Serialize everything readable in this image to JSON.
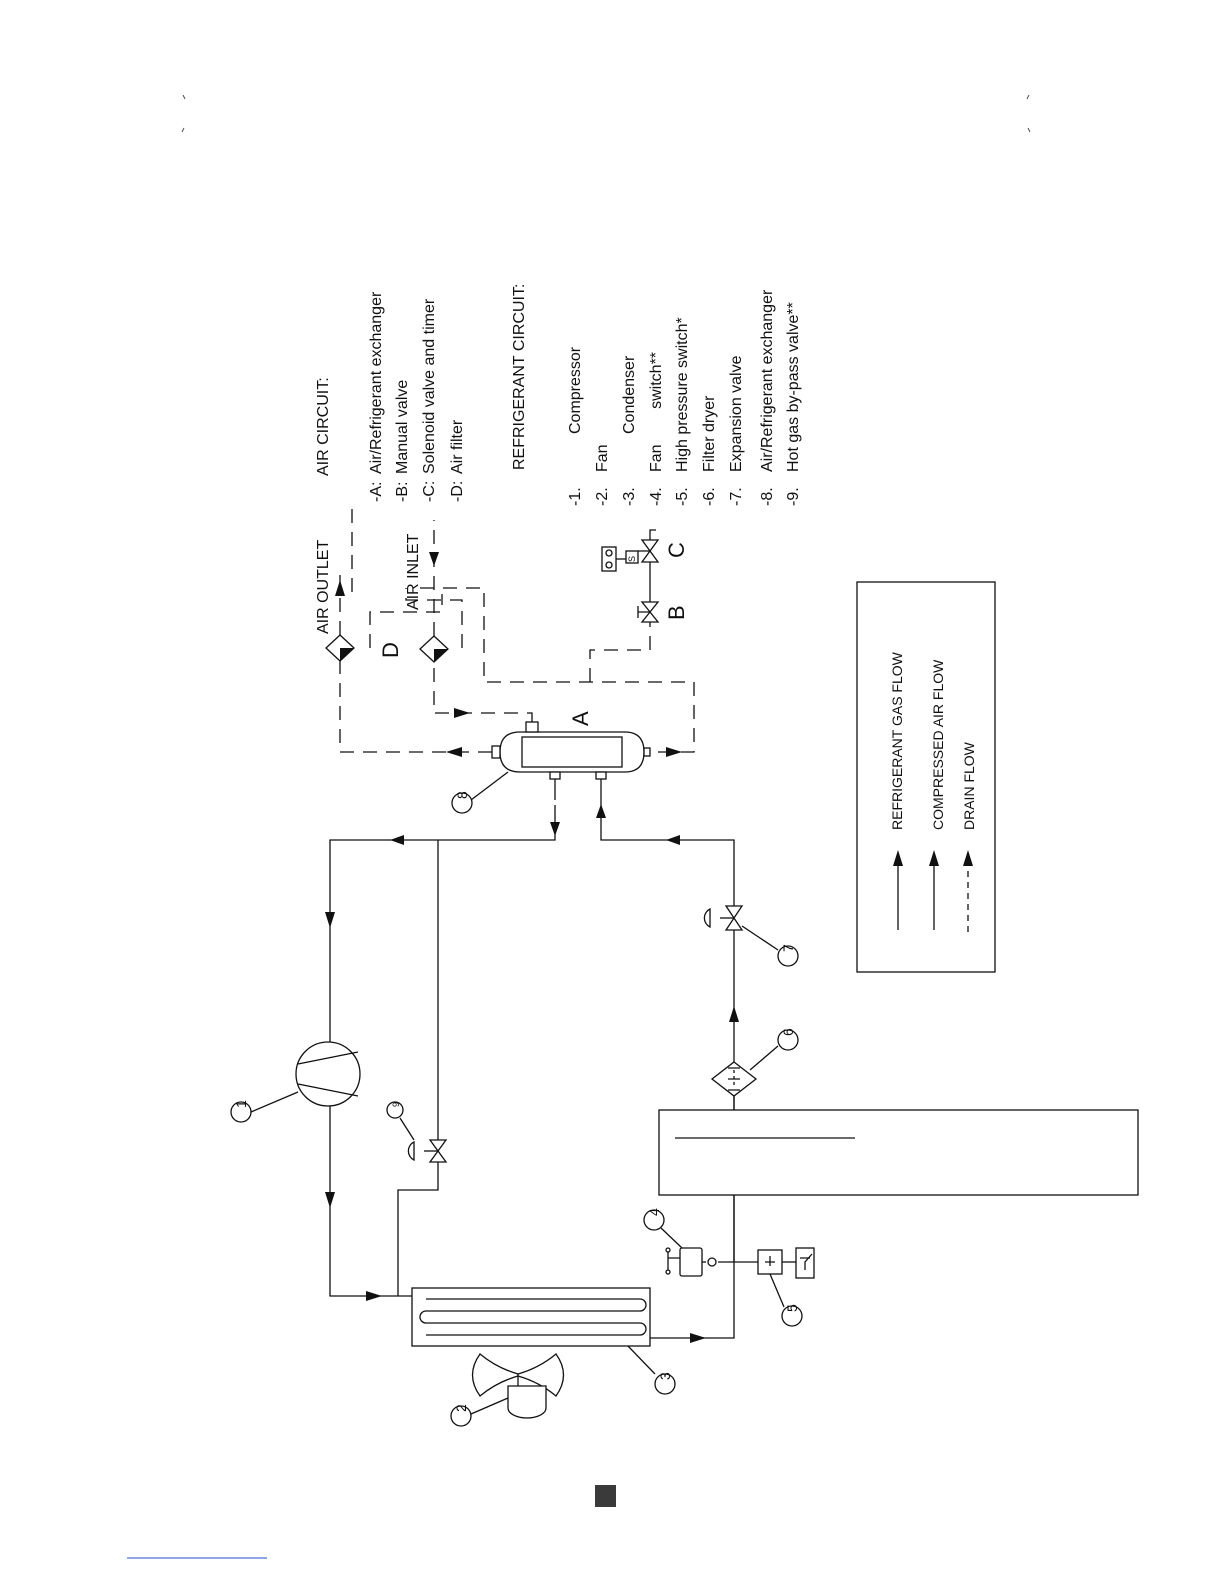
{
  "air_circuit": {
    "heading": "AIR CIRCUIT:",
    "items": [
      {
        "key": "-A:",
        "text": "Air/Refrigerant exchanger"
      },
      {
        "key": "-B:",
        "text": "Manual  valve"
      },
      {
        "key": "-C:",
        "text": "Solenoid valve and timer"
      },
      {
        "key": "-D:",
        "text": "Air filter"
      }
    ]
  },
  "refrigerant_circuit": {
    "heading": "REFRIGERANT CIRCUIT:",
    "items": [
      {
        "key": "-1.",
        "text": "Compressor"
      },
      {
        "key": "-2.",
        "text": "Fan"
      },
      {
        "key": "-3.",
        "text": "Condenser"
      },
      {
        "key": "-4.",
        "text": "Fan        switch**"
      },
      {
        "key": "-5.",
        "text": "High pressure switch*"
      },
      {
        "key": "-6.",
        "text": "Filter dryer"
      },
      {
        "key": "-7.",
        "text": "Expansion valve"
      },
      {
        "key": "-8.",
        "text": "Air/Refrigerant exchanger"
      },
      {
        "key": "-9.",
        "text": "Hot gas by-pass valve**"
      }
    ]
  },
  "flow_labels": {
    "air_outlet": "AIR OUTLET",
    "air_inlet": "AIR INLET"
  },
  "legend": [
    {
      "text": "REFRIGERANT GAS FLOW",
      "style": "solid"
    },
    {
      "text": "COMPRESSED AIR FLOW",
      "style": "solid"
    },
    {
      "text": "DRAIN FLOW",
      "style": "dashed"
    }
  ],
  "letters": {
    "a": "A",
    "b": "B",
    "c": "C",
    "d": "D"
  },
  "callouts": [
    "1",
    "2",
    "3",
    "4",
    "5",
    "6",
    "7",
    "8",
    "9"
  ],
  "solenoid_symbol": "S"
}
